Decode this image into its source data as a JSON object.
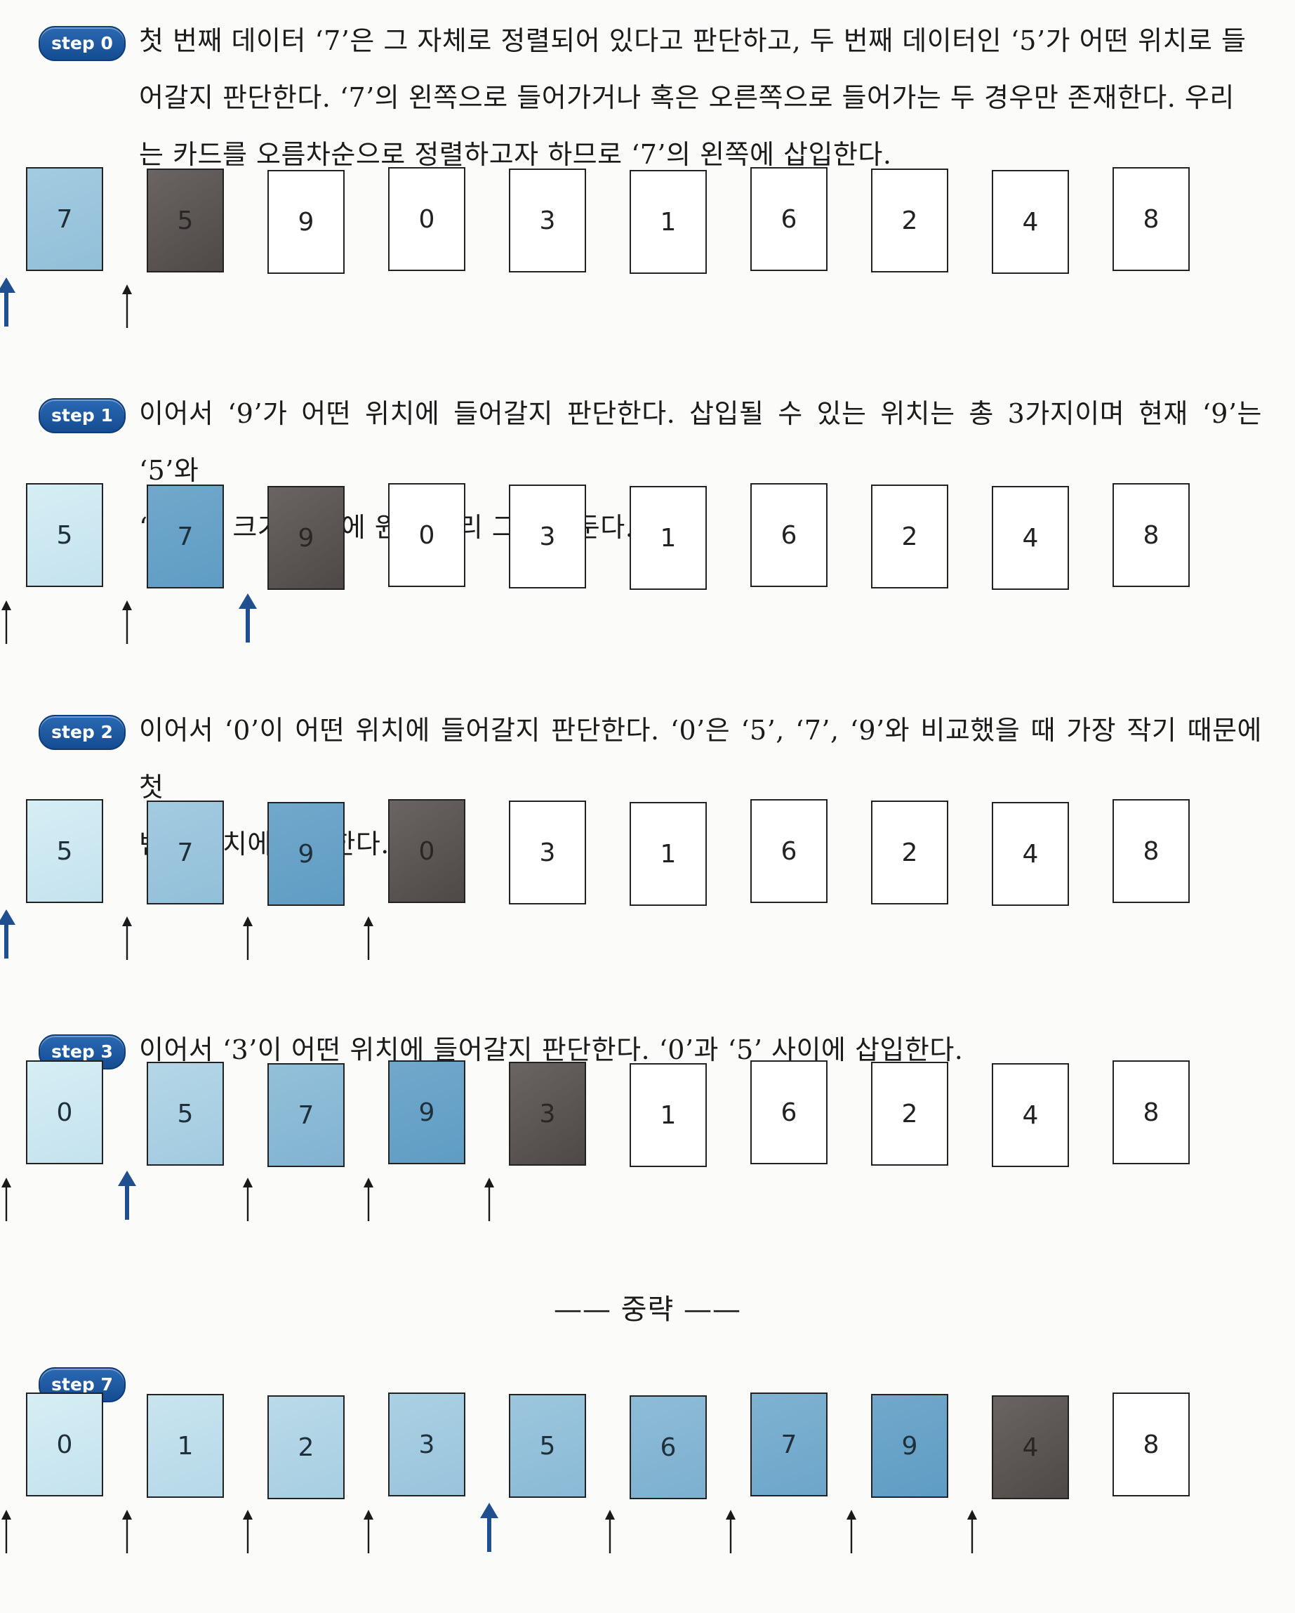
{
  "steps": [
    {
      "badge": "step 0",
      "lines": [
        "첫 번째 데이터 ‘7’은 그 자체로 정렬되어 있다고 판단하고, 두 번째 데이터인 ‘5’가 어떤 위치로 들",
        "어갈지 판단한다. ‘7’의 왼쪽으로 들어가거나 혹은 오른쪽으로 들어가는 두 경우만 존재한다. 우리",
        "는 카드를 오름차순으로 정렬하고자 하므로 ‘7’의 왼쪽에 삽입한다."
      ],
      "cards": [
        "7",
        "5",
        "9",
        "0",
        "3",
        "1",
        "6",
        "2",
        "4",
        "8"
      ],
      "sorted_count": 1,
      "current_index": 1,
      "insert_index": 0
    },
    {
      "badge": "step 1",
      "lines": [
        "이어서 ‘9’가 어떤 위치에 들어갈지 판단한다. 삽입될 수 있는 위치는 총 3가지이며 현재 ‘9’는 ‘5’와",
        "‘7’보다 크기 때문에 원래 자리 그대로 둔다."
      ],
      "cards": [
        "5",
        "7",
        "9",
        "0",
        "3",
        "1",
        "6",
        "2",
        "4",
        "8"
      ],
      "sorted_count": 2,
      "current_index": 2,
      "insert_index": 2
    },
    {
      "badge": "step 2",
      "lines": [
        "이어서 ‘0’이 어떤 위치에 들어갈지 판단한다. ‘0’은 ‘5’, ‘7’, ‘9’와 비교했을 때 가장 작기 때문에 첫",
        "번째 위치에 삽입한다."
      ],
      "cards": [
        "5",
        "7",
        "9",
        "0",
        "3",
        "1",
        "6",
        "2",
        "4",
        "8"
      ],
      "sorted_count": 3,
      "current_index": 3,
      "insert_index": 0
    },
    {
      "badge": "step 3",
      "lines": [
        "이어서 ‘3’이 어떤 위치에 들어갈지 판단한다. ‘0’과 ‘5’ 사이에 삽입한다."
      ],
      "cards": [
        "0",
        "5",
        "7",
        "9",
        "3",
        "1",
        "6",
        "2",
        "4",
        "8"
      ],
      "sorted_count": 4,
      "current_index": 4,
      "insert_index": 1
    },
    {
      "badge": "step 7",
      "lines": [],
      "cards": [
        "0",
        "1",
        "2",
        "3",
        "5",
        "6",
        "7",
        "9",
        "4",
        "8"
      ],
      "sorted_count": 8,
      "current_index": 8,
      "insert_index": 4
    }
  ],
  "omitted_label": "—— 중략 ——",
  "colors": {
    "badge": "#1d5aa5",
    "sorted_light": "#d6eef5",
    "sorted_dark": "#5f9cc4",
    "current": "#5a5453",
    "arrow_highlight": "#1f4f8f",
    "arrow_normal": "#1a1a1a"
  }
}
